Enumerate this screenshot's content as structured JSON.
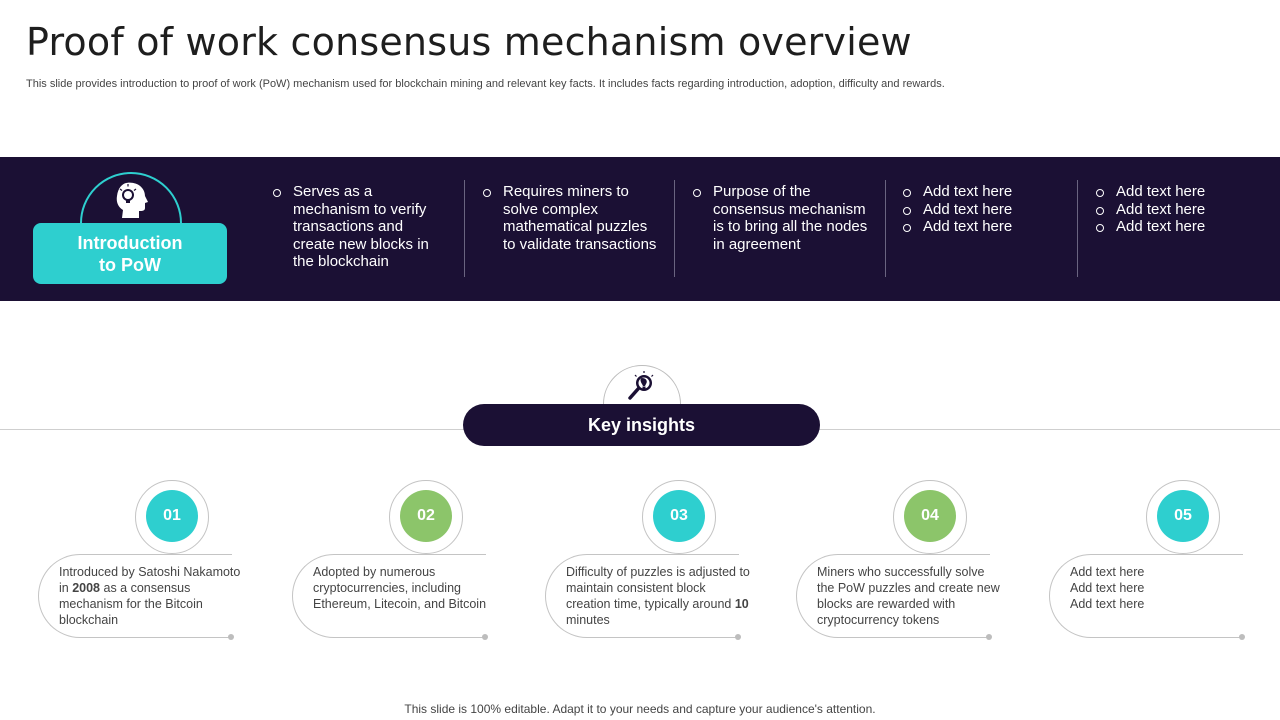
{
  "title": "Proof of work consensus mechanism overview",
  "subtitle": "This slide provides introduction to proof of work (PoW) mechanism used for blockchain mining and relevant key facts. It includes facts regarding introduction, adoption, difficulty and rewards.",
  "intro": {
    "label_line1": "Introduction",
    "label_line2": "to PoW",
    "icon": "head-lightbulb-icon",
    "accent": "#2ecfcf",
    "columns": [
      [
        "Serves as a mechanism to verify transactions and create new blocks in the blockchain"
      ],
      [
        "Requires miners to solve complex mathematical puzzles to validate transactions"
      ],
      [
        "Purpose of the consensus mechanism is to bring all the nodes in agreement"
      ],
      [
        "Add text here",
        "Add text here",
        "Add text here"
      ],
      [
        "Add text here",
        "Add text here",
        "Add text here"
      ]
    ]
  },
  "key_insights": {
    "label": "Key insights",
    "icon": "magnifier-lightbulb-icon",
    "items": [
      {
        "number": "01",
        "color": "#2ecfcf",
        "text": "Introduced by Satoshi Nakamoto in 2008 as a consensus mechanism for the Bitcoin blockchain"
      },
      {
        "number": "02",
        "color": "#8cc56a",
        "text": "Adopted by numerous cryptocurrencies, including Ethereum, Litecoin, and Bitcoin"
      },
      {
        "number": "03",
        "color": "#2ecfcf",
        "text": "Difficulty of puzzles is adjusted to maintain consistent block creation time, typically around 10 minutes"
      },
      {
        "number": "04",
        "color": "#8cc56a",
        "text": "Miners who successfully solve the PoW puzzles and create new blocks are rewarded with cryptocurrency tokens"
      },
      {
        "number": "05",
        "color": "#2ecfcf",
        "text": "Add text here\nAdd text here\nAdd text here"
      }
    ]
  },
  "footer": "This slide is 100% editable. Adapt it to your needs and capture your audience's attention.",
  "colors": {
    "band": "#1b1034",
    "teal": "#2ecfcf",
    "green": "#8cc56a"
  }
}
